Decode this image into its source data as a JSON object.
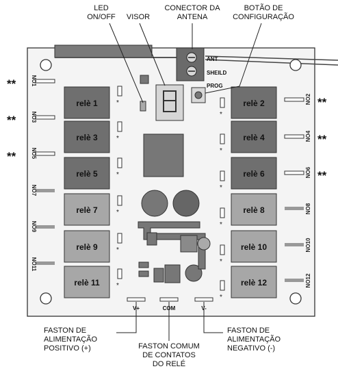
{
  "callouts": {
    "led": [
      "LED",
      "ON/OFF"
    ],
    "visor": "VISOR",
    "antenna_connector": [
      "CONECTOR DA",
      "ANTENA"
    ],
    "config_button": [
      "BOTÃO DE",
      "CONFIGURAÇÃO"
    ],
    "faston_positive": [
      "FASTON DE",
      "ALIMENTAÇÃO",
      "POSITIVO (+)"
    ],
    "faston_common": [
      "FASTON COMUM",
      "DE CONTATOS",
      "DO RELÉ"
    ],
    "faston_negative": [
      "FASTON DE",
      "ALIMENTAÇÃO",
      "NEGATIVO (-)"
    ]
  },
  "relays_left": [
    "relè 1",
    "relè 3",
    "relè 5",
    "relè 7",
    "relè 9",
    "relè 11"
  ],
  "relays_right": [
    "relè 2",
    "relè 4",
    "relè 6",
    "relè 8",
    "relè 10",
    "relè 12"
  ],
  "outputs_left": [
    "NO1",
    "NO3",
    "NO5",
    "NO7",
    "NO9",
    "NO11"
  ],
  "outputs_right": [
    "NO2",
    "NO4",
    "NO6",
    "NO8",
    "NO10",
    "NO12"
  ],
  "starred_outputs": [
    "NO1",
    "NO3",
    "NO5",
    "NO2",
    "NO4",
    "NO6"
  ],
  "star_mark": "**",
  "small_star": "*",
  "antenna_terminals": [
    "ANT",
    "SHEILD",
    "PROG"
  ],
  "bottom_terminals": [
    "V+",
    "COM",
    "V-"
  ],
  "colors": {
    "relay_populated": "#6f6f6f",
    "relay_unpopulated": "#a7a7a7",
    "board": "#f4f4f4",
    "outline": "#333333"
  }
}
